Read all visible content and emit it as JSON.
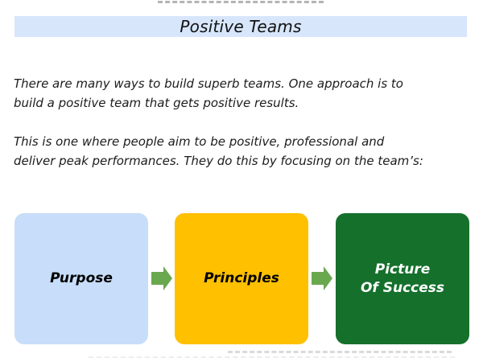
{
  "title": {
    "text": "Positive Teams"
  },
  "paragraphs": [
    {
      "lines": [
        "There are many ways to build superb teams. One approach is to",
        "build a positive team that gets positive results."
      ]
    },
    {
      "lines": [
        "This is one where people aim to be positive, professional and",
        "deliver peak performances. They do this by focusing on the team’s:"
      ]
    }
  ],
  "flow": {
    "boxes": [
      {
        "label": "Purpose",
        "label2": "",
        "bg": "#c7ddf9",
        "text_color": "#000000"
      },
      {
        "label": "Principles",
        "label2": "",
        "bg": "#ffc000",
        "text_color": "#000000"
      },
      {
        "label": "Picture",
        "label2": "Of Success",
        "bg": "#15702c",
        "text_color": "#ffffff"
      }
    ],
    "arrow_color": "#6aa84f"
  },
  "colors": {
    "banner_bg": "#d7e6fb",
    "body_text": "#1c1c1c"
  }
}
